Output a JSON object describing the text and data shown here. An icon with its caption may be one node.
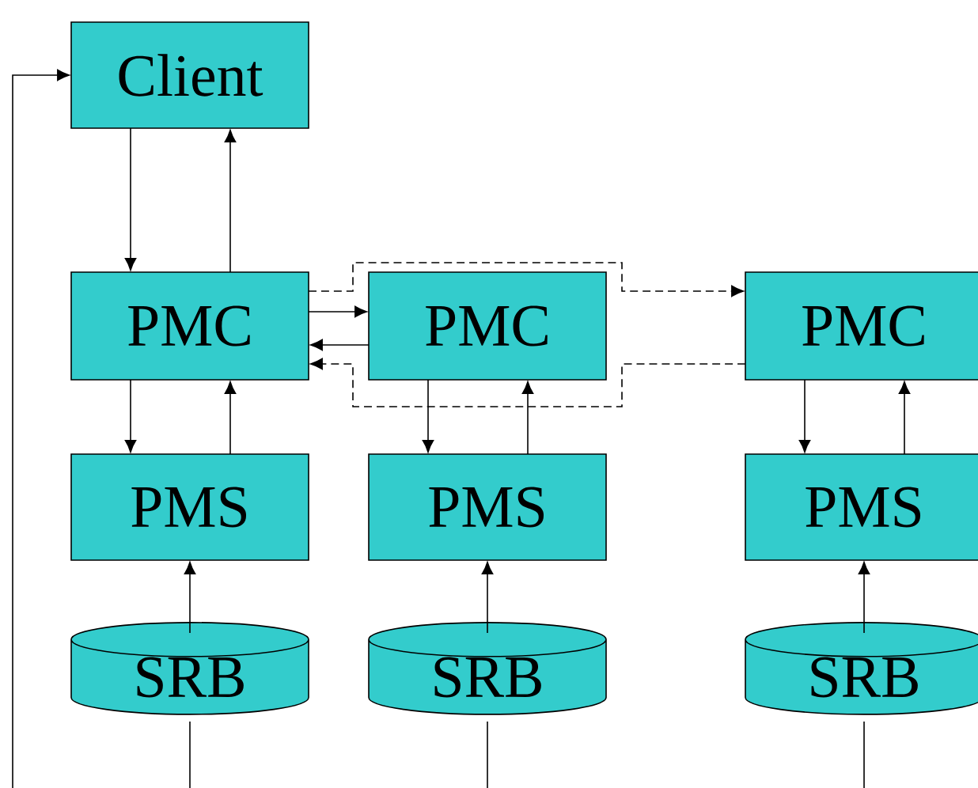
{
  "diagram": {
    "nodes": [
      {
        "text": [
          "Client"
        ]
      },
      {
        "text": [
          "PMC"
        ]
      },
      {
        "text": [
          "PMC"
        ]
      },
      {
        "text": [
          "PMC"
        ]
      },
      {
        "text": [
          "PMS"
        ]
      },
      {
        "text": [
          "PMS"
        ]
      },
      {
        "text": [
          "PMS"
        ]
      },
      {
        "text": [
          "SRB"
        ]
      },
      {
        "text": [
          "SRB"
        ]
      },
      {
        "text": [
          "SRB"
        ]
      }
    ],
    "edges": [
      {
        "from": 0,
        "to": 1,
        "arrow": "to"
      },
      {
        "from": 1,
        "to": 0,
        "arrow": "to"
      },
      {
        "from": 1,
        "to": 2,
        "arrow": "to"
      },
      {
        "from": 2,
        "to": 1,
        "arrow": "to"
      },
      {
        "from": 1,
        "to": 3,
        "arrow": "to",
        "style": "dashed"
      },
      {
        "from": 3,
        "to": 1,
        "arrow": "to",
        "style": "dashed"
      },
      {
        "from": 1,
        "to": 4,
        "arrow": "to"
      },
      {
        "from": 4,
        "to": 1,
        "arrow": "to"
      },
      {
        "from": 2,
        "to": 5,
        "arrow": "to"
      },
      {
        "from": 5,
        "to": 2,
        "arrow": "to"
      },
      {
        "from": 3,
        "to": 6,
        "arrow": "to"
      },
      {
        "from": 6,
        "to": 3,
        "arrow": "to"
      },
      {
        "from": 7,
        "to": 4,
        "arrow": "to"
      },
      {
        "from": 8,
        "to": 5,
        "arrow": "to"
      },
      {
        "from": 9,
        "to": 6,
        "arrow": "to"
      },
      {
        "from": 7,
        "to": null,
        "arrow": "none"
      },
      {
        "from": 8,
        "to": null,
        "arrow": "none"
      },
      {
        "from": 9,
        "to": null,
        "arrow": "none"
      },
      {
        "from": null,
        "to": 0,
        "arrow": "to"
      }
    ]
  }
}
